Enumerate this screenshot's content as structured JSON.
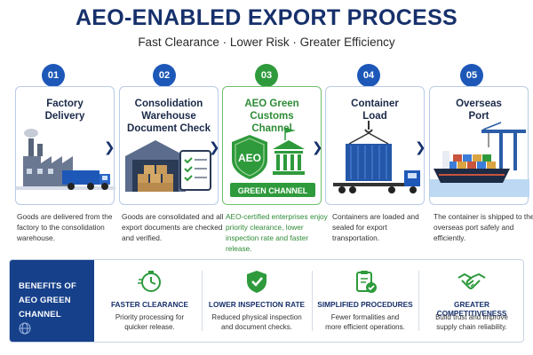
{
  "title": "AEO-ENABLED EXPORT PROCESS",
  "subtitle": "Fast Clearance · Lower Risk · Greater Efficiency",
  "steps": [
    {
      "num": "01",
      "title": "Factory Delivery",
      "desc": "Goods are delivered from the factory to the consolidation warehouse."
    },
    {
      "num": "02",
      "title": "Consolidation Warehouse Document Check",
      "desc": "Goods are consolidated and all export documents are checked and verified."
    },
    {
      "num": "03",
      "title": "AEO Green Customs Channel",
      "desc": "AEO-certified enterprises enjoy priority clearance, lower inspection rate and faster release.",
      "shield_text": "AEO",
      "banner": "GREEN CHANNEL"
    },
    {
      "num": "04",
      "title": "Container Load",
      "desc": "Containers are loaded and sealed for export transportation."
    },
    {
      "num": "05",
      "title": "Overseas Port",
      "desc": "The container is shipped to the overseas port safely and efficiently."
    }
  ],
  "benefits": {
    "heading": "BENEFITS OF AEO GREEN CHANNEL",
    "items": [
      {
        "icon": "stopwatch-icon",
        "title": "FASTER CLEARANCE",
        "desc": "Priority processing for quicker release."
      },
      {
        "icon": "shield-check-icon",
        "title": "LOWER INSPECTION RATE",
        "desc": "Reduced physical inspection and document checks."
      },
      {
        "icon": "clipboard-check-icon",
        "title": "SIMPLIFIED PROCEDURES",
        "desc": "Fewer formalities and more efficient operations."
      },
      {
        "icon": "handshake-icon",
        "title": "GREATER COMPETITIVENESS",
        "desc": "Build trust and improve supply chain reliability."
      }
    ]
  },
  "colors": {
    "navy": "#16306b",
    "blue": "#1d58b8",
    "green": "#2e9a3c"
  }
}
